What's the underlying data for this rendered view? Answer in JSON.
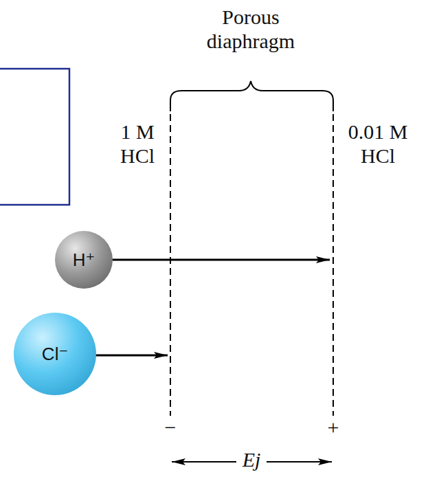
{
  "diagram": {
    "nodes": [
      {
        "text": [
          "H⁺"
        ]
      },
      {
        "text": [
          "Cl⁻"
        ]
      }
    ],
    "labels": [
      "Porous diaphragm",
      "1 M HCl",
      "0.01 M HCl",
      "−",
      "+",
      "Ej"
    ]
  }
}
